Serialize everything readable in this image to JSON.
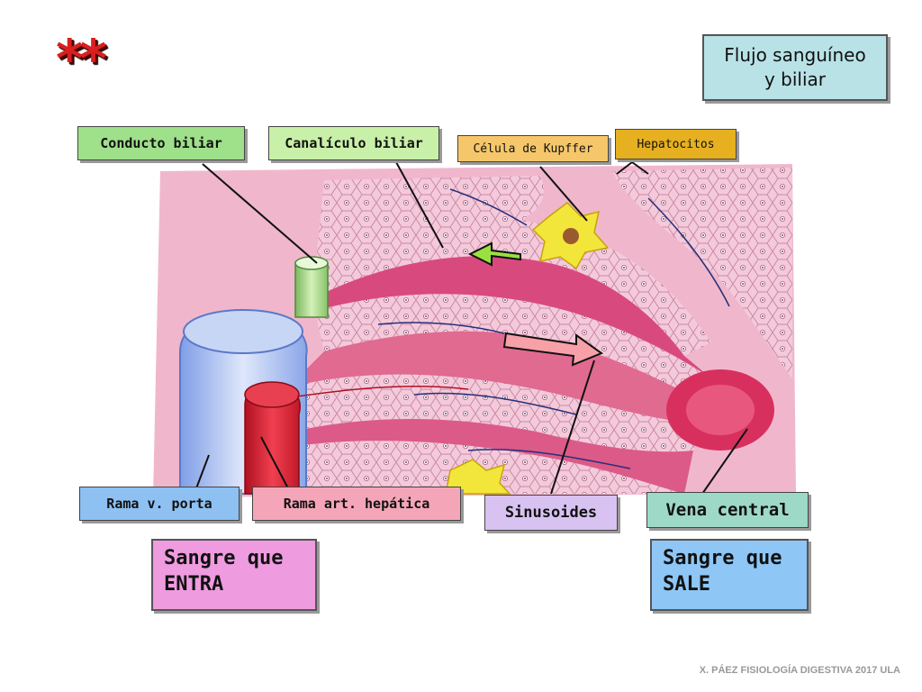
{
  "decoration": {
    "stars": "**"
  },
  "title": {
    "line1": "Flujo sanguíneo",
    "line2": "y biliar"
  },
  "labels": {
    "conducto_biliar": "Conducto biliar",
    "canaliculo_biliar": "Canalículo biliar",
    "celula_kupffer": "Célula de Kupffer",
    "hepatocitos": "Hepatocitos",
    "rama_porta": "Rama v. porta",
    "rama_art_hepatica": "Rama art. hepática",
    "sinusoides": "Sinusoides",
    "vena_central": "Vena central"
  },
  "callouts": {
    "entra": {
      "line1": "Sangre que",
      "line2": "ENTRA"
    },
    "sale": {
      "line1": "Sangre que",
      "line2": "SALE"
    }
  },
  "footer": "X. PÁEZ   FISIOLOGÍA DIGESTIVA 2017 ULA",
  "colors": {
    "tissue": "#f2c4d6",
    "sinusoid": "#d9487a",
    "portal_vein": "#b8c8f0",
    "artery": "#d82030",
    "bile_duct": "#a8d890",
    "kupffer": "#f0e040"
  }
}
